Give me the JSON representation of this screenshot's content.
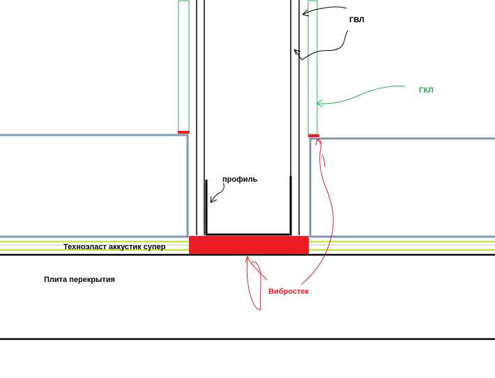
{
  "labels": {
    "gvl": "ГВЛ",
    "gkl": "ГКЛ",
    "profile": "профиль",
    "membrane": "Техноэласт аккустик супер",
    "slab": "Плита перекрытия",
    "vibrostek": "Вибростек"
  },
  "colors": {
    "black": "#000000",
    "red": "#ed1c24",
    "green": "#22b14c",
    "blue_gray": "#7f96b4",
    "yellow_green": "#c8e04b",
    "gray": "#c3c3c3",
    "white": "#ffffff"
  }
}
